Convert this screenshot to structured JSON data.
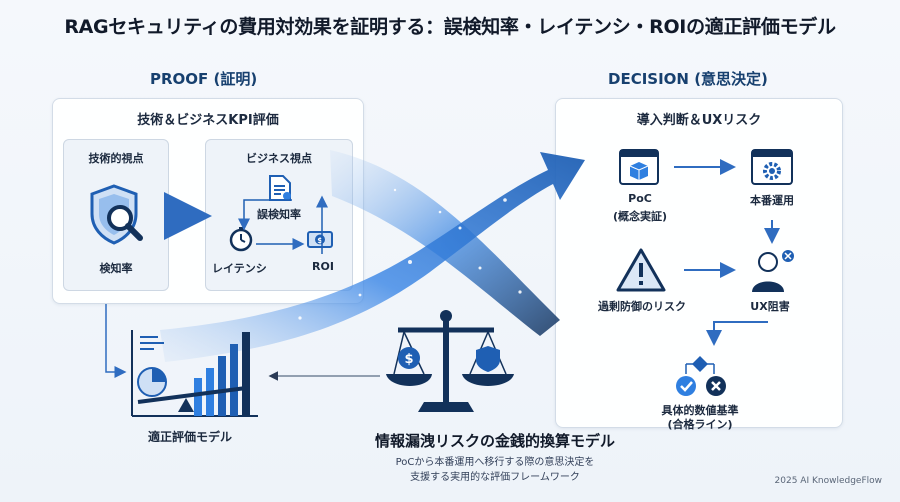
{
  "title": "RAGセキュリティの費用対効果を証明する：誤検知率・レイテンシ・ROIの適正評価モデル",
  "proof": {
    "section_title": "PROOF (証明)",
    "panel_title": "技術＆ビジネスKPI評価",
    "technical": {
      "title": "技術的視点",
      "metric": "検知率"
    },
    "business": {
      "title": "ビジネス視点",
      "false_positive": "誤検知率",
      "latency": "レイテンシ",
      "roi": "ROI"
    },
    "model_label": "適正評価モデル"
  },
  "decision": {
    "section_title": "DECISION (意思決定)",
    "panel_title": "導入判断＆UXリスク",
    "poc": "PoC",
    "poc_sub": "(概念実証)",
    "production": "本番運用",
    "overdefense": "過剰防御のリスク",
    "ux_block": "UX阻害",
    "criteria": "具体的数値基準",
    "criteria_sub": "(合格ライン)"
  },
  "center": {
    "title": "情報漏洩リスクの金銭的換算モデル",
    "desc_line1": "PoCから本番運用へ移行する際の意思決定を",
    "desc_line2": "支援する実用的な評価フレームワーク"
  },
  "footer": "2025 AI KnowledgeFlow",
  "icons": {
    "technical": "shield-magnifier-icon",
    "business_doc": "document-icon",
    "latency": "stopwatch-icon",
    "roi": "money-icon",
    "chart": "bar-pie-chart-icon",
    "scale": "balance-scale-icon",
    "poc": "browser-cube-icon",
    "production": "browser-gear-icon",
    "warning": "warning-triangle-icon",
    "user": "frustrated-user-icon",
    "check": "check-icon",
    "cross": "cross-icon"
  },
  "colors": {
    "primary": "#1f5fb3",
    "dark": "#17406f",
    "accent": "#2f7fe0"
  }
}
